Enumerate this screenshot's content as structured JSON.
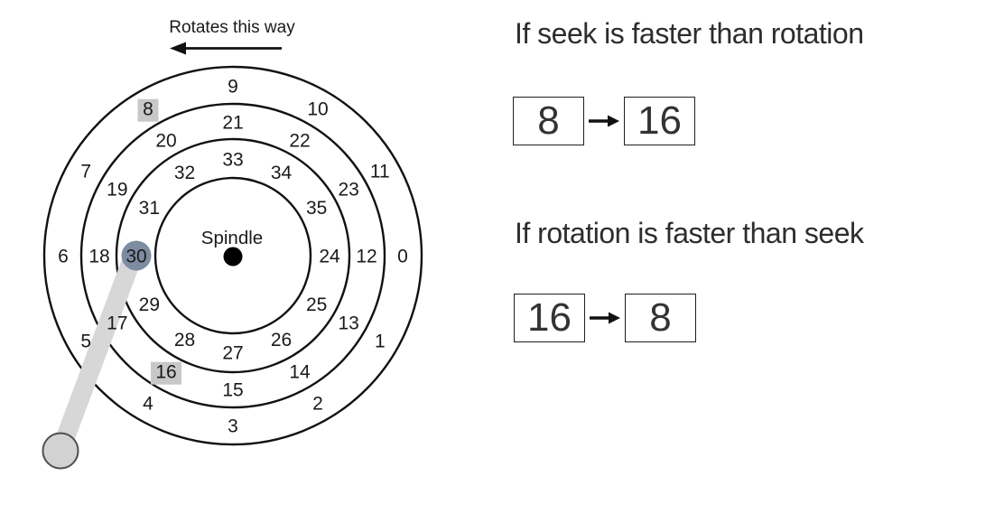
{
  "diagram": {
    "rotation_label": "Rotates this way",
    "spindle_label": "Spindle",
    "rings": [
      [
        "0",
        "1",
        "2",
        "3",
        "4",
        "5",
        "6",
        "7",
        "8",
        "9",
        "10",
        "11"
      ],
      [
        "12",
        "13",
        "14",
        "15",
        "16",
        "17",
        "18",
        "19",
        "20",
        "21",
        "22",
        "23"
      ],
      [
        "24",
        "25",
        "26",
        "27",
        "28",
        "29",
        "30",
        "31",
        "32",
        "33",
        "34",
        "35"
      ]
    ],
    "highlighted_request_sectors": [
      "8",
      "16"
    ],
    "head_sector": "30",
    "colors": {
      "line": "#111111",
      "square_highlight": "#c8c8c8",
      "head_highlight": "#7d8ca0",
      "arm": "#d7d7d7",
      "arm_base_fill": "#d2d2d2",
      "arm_base_stroke": "#4f4f4f",
      "spindle_dot": "#000000"
    }
  },
  "panel": {
    "case_seek": {
      "heading": "If seek is faster than rotation",
      "from": "8",
      "to": "16"
    },
    "case_rotation": {
      "heading": "If rotation is faster than seek",
      "from": "16",
      "to": "8"
    }
  }
}
